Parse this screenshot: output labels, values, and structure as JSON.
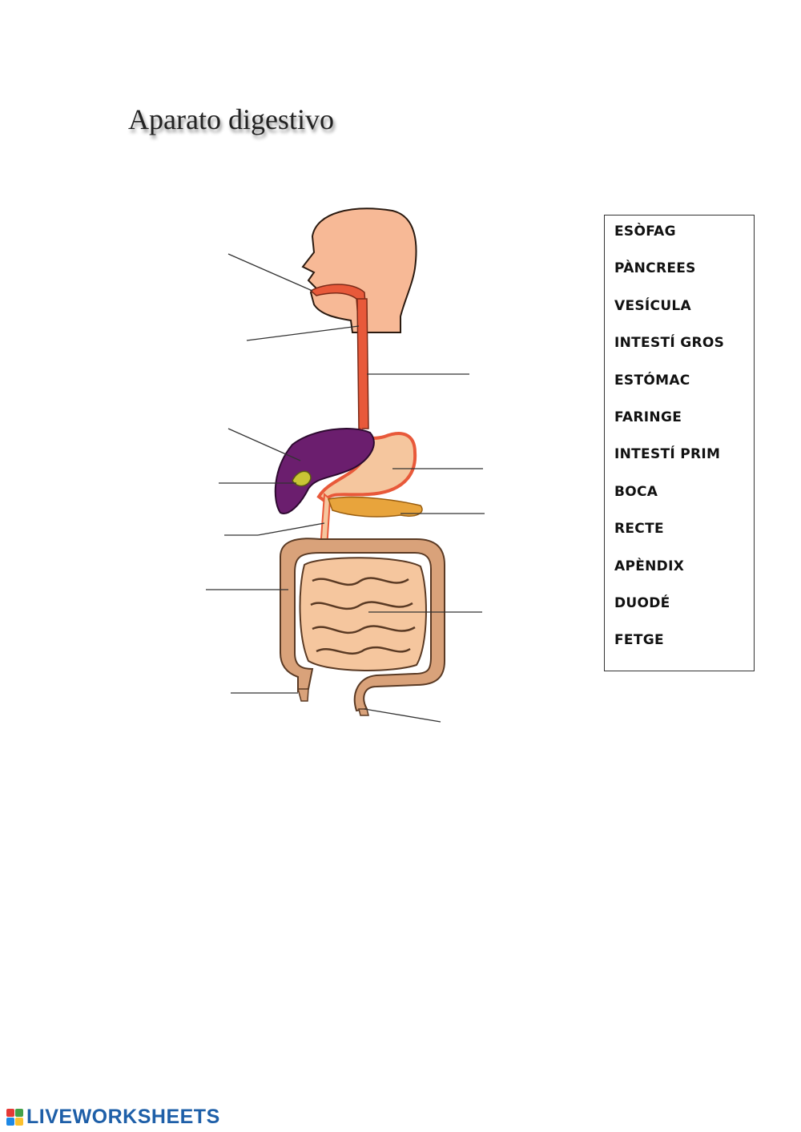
{
  "title": "Aparato digestivo",
  "word_bank": {
    "items": [
      "ESÒFAG",
      "PÀNCREES",
      "VESÍCULA",
      "INTESTÍ GROS",
      "ESTÓMAC",
      "FARINGE",
      "INTESTÍ PRIM",
      "BOCA",
      "RECTE",
      "APÈNDIX",
      "DUODÉ",
      "FETGE"
    ]
  },
  "footer": {
    "logo_text": "LIVEWORKSHEETS"
  },
  "colors": {
    "skin": "#f7b996",
    "tract": "#e8593a",
    "liver": "#6b1e6e",
    "pancreas": "#e8a43c",
    "intestine": "#f5c69e",
    "intestine_outline": "#5a3a24",
    "brand": "#1e5fa8"
  }
}
